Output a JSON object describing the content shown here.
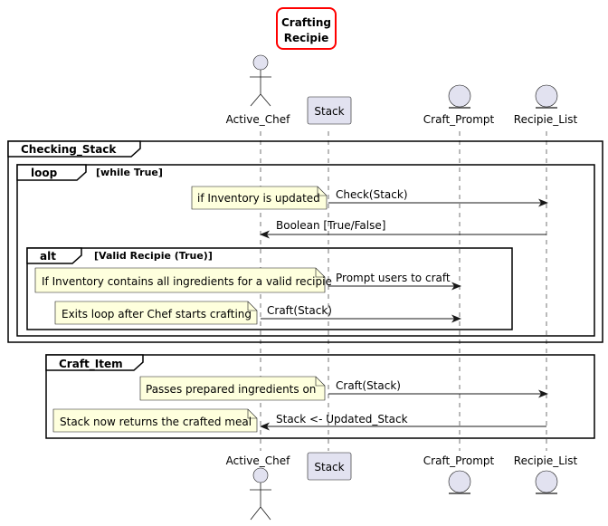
{
  "title_line1": "Crafting",
  "title_line2": "Recipie",
  "participants": {
    "active_chef": "Active_Chef",
    "stack": "Stack",
    "craft_prompt": "Craft_Prompt",
    "recipie_list": "Recipie_List"
  },
  "groups": {
    "checking_stack": "Checking_Stack",
    "loop": "loop",
    "loop_condition": "[while True]",
    "alt": "alt",
    "alt_condition": "[Valid Recipie (True)]",
    "craft_item": "Craft_Item"
  },
  "messages": {
    "m1": "Check(Stack)",
    "m2": "Boolean [True/False]",
    "m3": "Prompt users to craft",
    "m4": "Craft(Stack)",
    "m5": "Craft(Stack)",
    "m6": "Stack <- Updated_Stack"
  },
  "notes": {
    "n1": "if Inventory is updated",
    "n2": "If Inventory contains all ingredients for a valid recipie",
    "n3": "Exits loop after Chef starts crafting",
    "n4": "Passes prepared ingredients on",
    "n5": "Stack now returns the crafted meal"
  },
  "colors": {
    "participant_fill": "#E2E2F0",
    "note_fill": "#FEFFDD",
    "title_border": "#FF0000"
  }
}
